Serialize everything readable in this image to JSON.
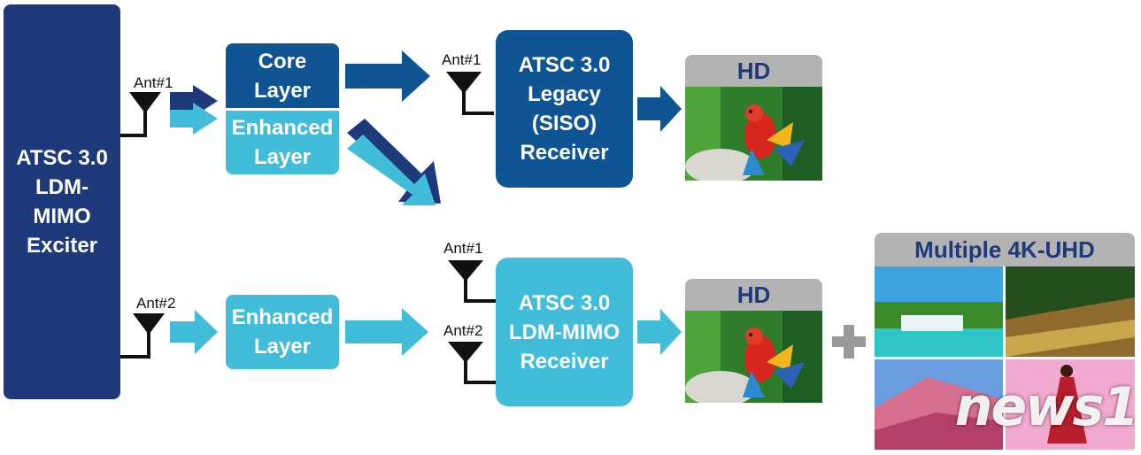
{
  "exciter": {
    "label": "ATSC 3.0\nLDM-\nMIMO\nExciter"
  },
  "top": {
    "antenna_label": "Ant#1",
    "core_layer": "Core\nLayer",
    "enhanced_layer": "Enhanced\nLayer",
    "receiver_antenna_label": "Ant#1",
    "receiver": "ATSC 3.0\nLegacy\n(SISO)\nReceiver",
    "output_label": "HD"
  },
  "bottom": {
    "antenna_label": "Ant#2",
    "enhanced_layer": "Enhanced\nLayer",
    "receiver_antenna1_label": "Ant#1",
    "receiver_antenna2_label": "Ant#2",
    "receiver": "ATSC 3.0\nLDM-MIMO\nReceiver",
    "output_label": "HD",
    "plus": "+",
    "uhd_label": "Multiple 4K-UHD"
  },
  "watermark": "news1",
  "colors": {
    "dark_navy": "#1e3a7a",
    "mid_blue": "#0f5593",
    "light_blue": "#41bdd9",
    "header_gray": "#b3b3b3"
  }
}
